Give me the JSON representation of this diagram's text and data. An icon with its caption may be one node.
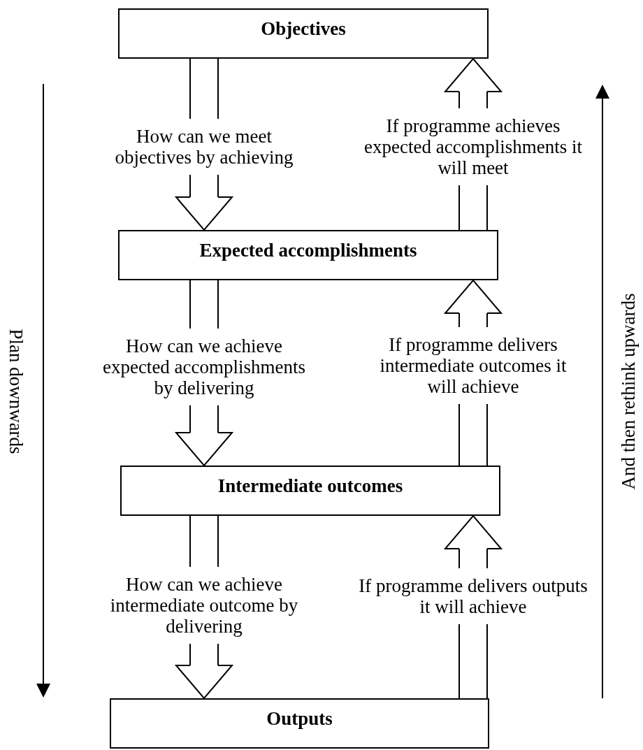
{
  "diagram": {
    "nodes": [
      {
        "text": [
          "Objectives"
        ]
      },
      {
        "text": [
          "Expected accomplishments"
        ]
      },
      {
        "text": [
          "Intermediate outcomes"
        ]
      },
      {
        "text": [
          "Outputs"
        ]
      }
    ],
    "edges": [
      {
        "from": 0,
        "to": 1,
        "arrow": "to",
        "label": "How can we meet objectives by achieving"
      },
      {
        "from": 1,
        "to": 0,
        "arrow": "to",
        "label": "If programme achieves expected accomplishments it will meet"
      },
      {
        "from": 1,
        "to": 2,
        "arrow": "to",
        "label": "How can we achieve expected accomplishments by delivering"
      },
      {
        "from": 2,
        "to": 1,
        "arrow": "to",
        "label": "If programme delivers intermediate outcomes it will achieve"
      },
      {
        "from": 2,
        "to": 3,
        "arrow": "to",
        "label": "How can we achieve intermediate outcome by delivering"
      },
      {
        "from": 3,
        "to": 2,
        "arrow": "to",
        "label": "If programme delivers outputs it will achieve"
      }
    ],
    "labels": [
      "Plan downwards",
      "And then rethink upwards"
    ]
  }
}
